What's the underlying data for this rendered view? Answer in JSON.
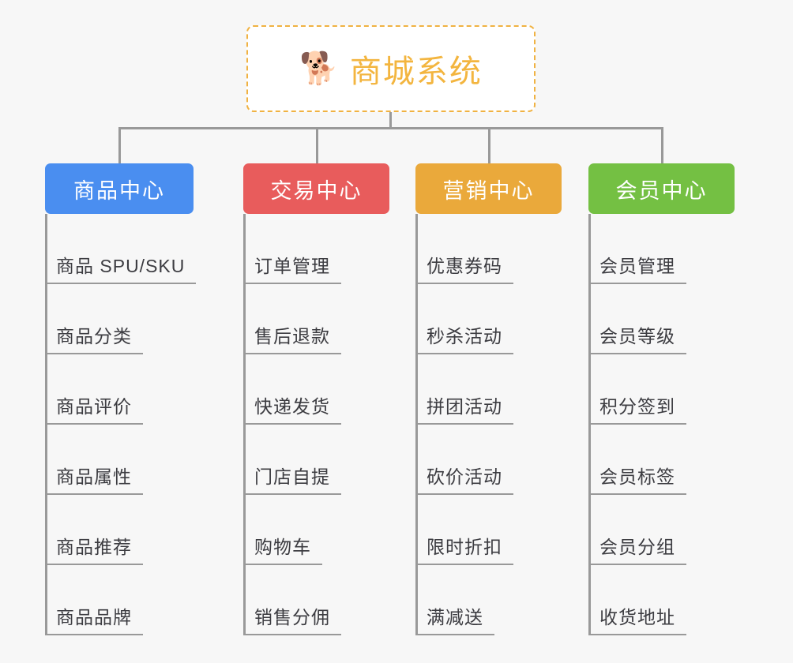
{
  "page": {
    "background_color": "#f7f7f7",
    "line_color": "#999999",
    "leaf_text_color": "#3c3c41"
  },
  "root": {
    "icon": "shiba-dog-face",
    "emoji": "🐕",
    "title": "商城系统",
    "title_color": "#f3b53f",
    "border_color": "#f0b242"
  },
  "columns": [
    {
      "title": "商品中心",
      "color": "#4a8ef0",
      "items": [
        "商品 SPU/SKU",
        "商品分类",
        "商品评价",
        "商品属性",
        "商品推荐",
        "商品品牌"
      ]
    },
    {
      "title": "交易中心",
      "color": "#e85c5c",
      "items": [
        "订单管理",
        "售后退款",
        "快递发货",
        "门店自提",
        "购物车",
        "销售分佣"
      ]
    },
    {
      "title": "营销中心",
      "color": "#eaa93b",
      "items": [
        "优惠券码",
        "秒杀活动",
        "拼团活动",
        "砍价活动",
        "限时折扣",
        "满减送"
      ]
    },
    {
      "title": "会员中心",
      "color": "#74c043",
      "items": [
        "会员管理",
        "会员等级",
        "积分签到",
        "会员标签",
        "会员分组",
        "收货地址"
      ]
    }
  ]
}
